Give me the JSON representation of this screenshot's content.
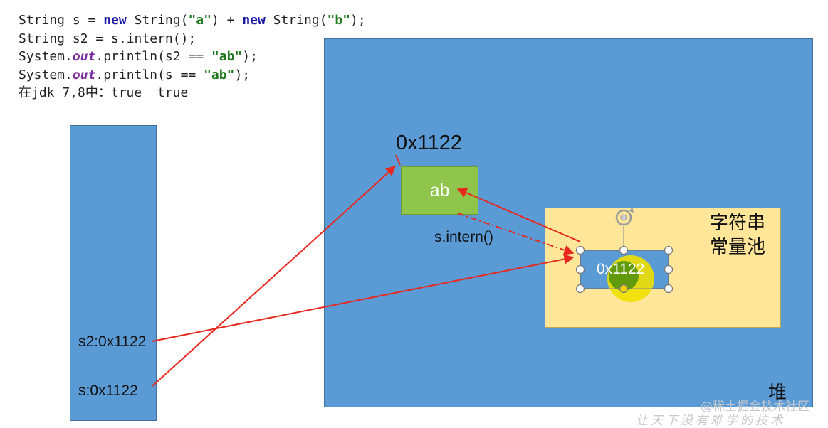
{
  "code": {
    "line1": {
      "t1": "String s = ",
      "kw1": "new",
      "t2": " String(",
      "s1": "\"a\"",
      "t3": ") + ",
      "kw2": "new",
      "t4": " String(",
      "s2": "\"b\"",
      "t5": ");"
    },
    "line2": "String s2 = s.intern();",
    "line3": {
      "t1": "System.",
      "fld": "out",
      "t2": ".println(s2 == ",
      "s": "\"ab\"",
      "t3": ");"
    },
    "line4": {
      "t1": "System.",
      "fld": "out",
      "t2": ".println(s == ",
      "s": "\"ab\"",
      "t3": ");"
    },
    "line5": {
      "cn1": "在",
      "t1": "jdk 7,8",
      "cn2": "中：",
      "t2": "true  true"
    }
  },
  "stack": {
    "s2_label": "s2:0x1122",
    "s_label": "s:0x1122"
  },
  "heap": {
    "label": "堆",
    "object_address": "0x1122",
    "object_value": "ab",
    "intern_label": "s.intern()"
  },
  "pool": {
    "title_line1": "字符串",
    "title_line2": "常量池",
    "ref_value": "0x1122"
  },
  "watermark": {
    "site": "@稀土掘金技术社区",
    "slogan": "让天下没有难学的技术"
  },
  "colors": {
    "box_blue": "#5b9bd5",
    "pool_yellow": "#ffe699",
    "object_green": "#8fc54a",
    "arrow_red": "#e8271f",
    "cursor_yellow": "#f0e000"
  }
}
